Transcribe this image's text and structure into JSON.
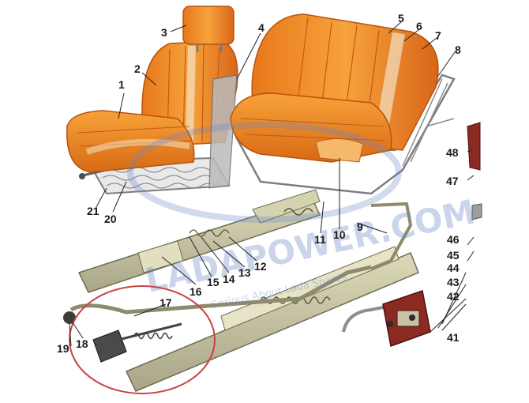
{
  "watermark": {
    "brand": "LADAPOWER.COM",
    "tagline": "Serious About Lada Spares",
    "color": "#5a78c0"
  },
  "colors": {
    "upholstery": "#f08a1e",
    "upholstery_shadow": "#c45a10",
    "stitch": "#f7c98a",
    "rail_metal": "#c9c6a4",
    "frame_metal": "#8a8c8e",
    "bracket_red": "#8b2a22",
    "highlight_circle": "#c8433e"
  },
  "callouts": [
    {
      "id": "c1",
      "label": "1"
    },
    {
      "id": "c2",
      "label": "2"
    },
    {
      "id": "c3",
      "label": "3"
    },
    {
      "id": "c4",
      "label": "4"
    },
    {
      "id": "c5",
      "label": "5"
    },
    {
      "id": "c6",
      "label": "6"
    },
    {
      "id": "c7",
      "label": "7"
    },
    {
      "id": "c8",
      "label": "8"
    },
    {
      "id": "c9",
      "label": "9"
    },
    {
      "id": "c10",
      "label": "10"
    },
    {
      "id": "c11",
      "label": "11"
    },
    {
      "id": "c12",
      "label": "12"
    },
    {
      "id": "c13",
      "label": "13"
    },
    {
      "id": "c14",
      "label": "14"
    },
    {
      "id": "c15",
      "label": "15"
    },
    {
      "id": "c16",
      "label": "16"
    },
    {
      "id": "c17",
      "label": "17"
    },
    {
      "id": "c18",
      "label": "18"
    },
    {
      "id": "c19",
      "label": "19"
    },
    {
      "id": "c20",
      "label": "20"
    },
    {
      "id": "c21",
      "label": "21"
    },
    {
      "id": "c41",
      "label": "41"
    },
    {
      "id": "c42",
      "label": "42"
    },
    {
      "id": "c43",
      "label": "43"
    },
    {
      "id": "c44",
      "label": "44"
    },
    {
      "id": "c45",
      "label": "45"
    },
    {
      "id": "c46",
      "label": "46"
    },
    {
      "id": "c47",
      "label": "47"
    },
    {
      "id": "c48",
      "label": "48"
    }
  ]
}
